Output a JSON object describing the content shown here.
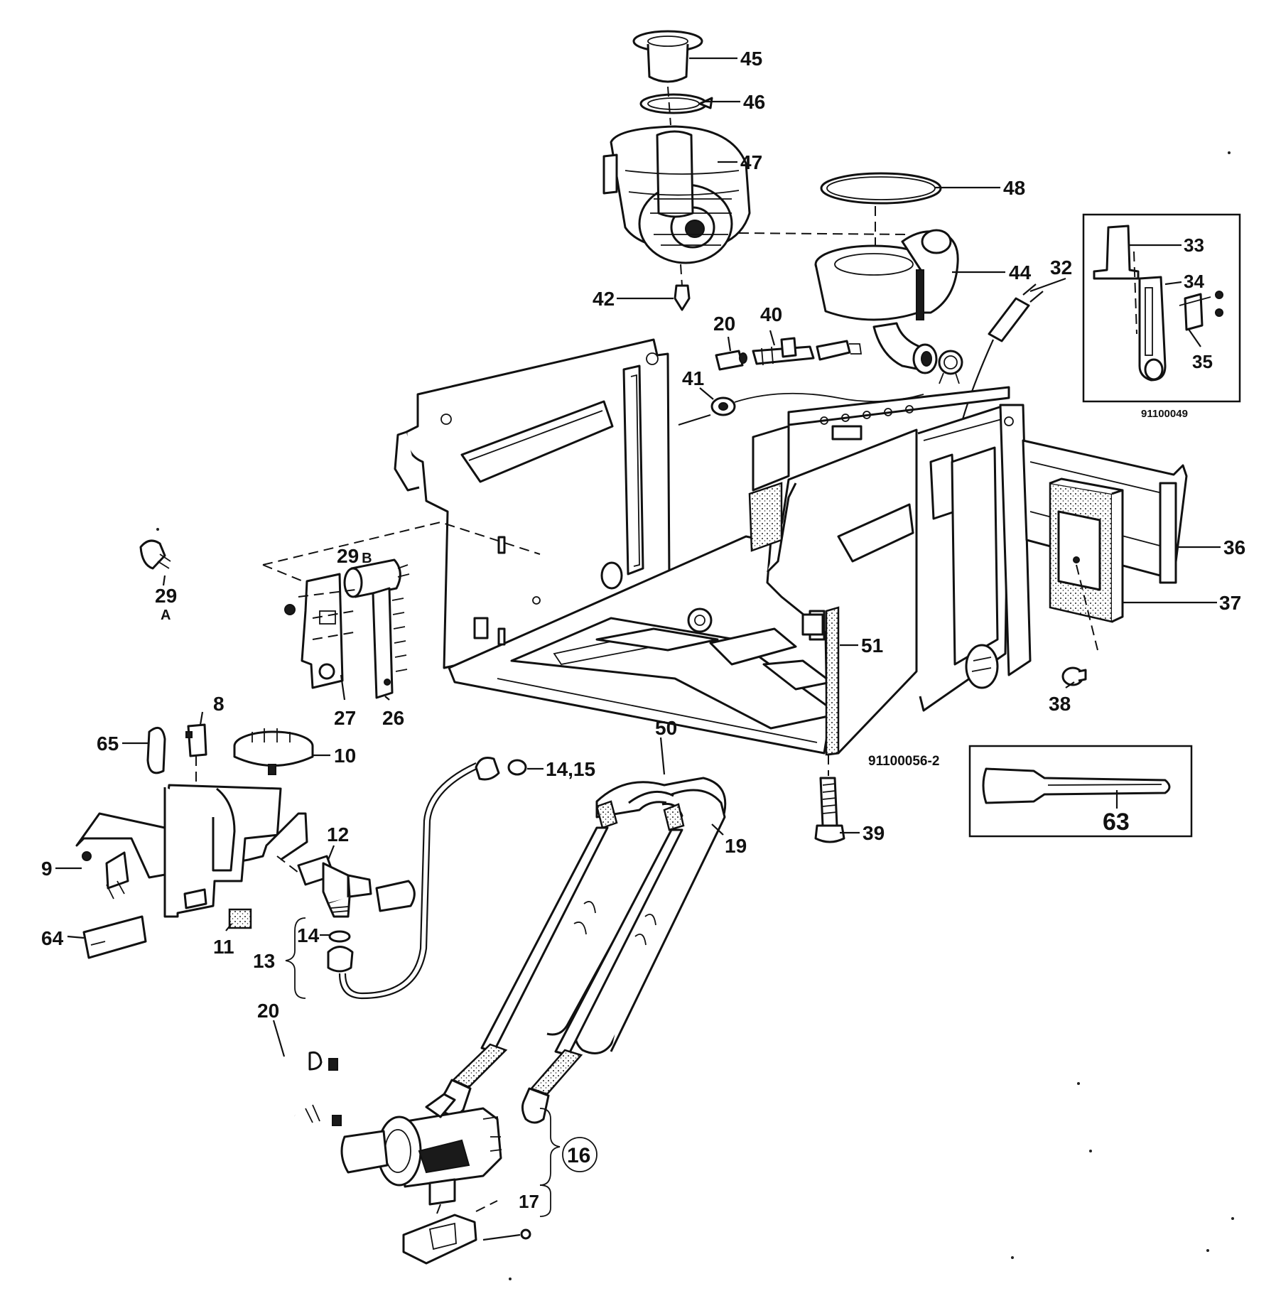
{
  "labels": {
    "p45": "45",
    "p46": "46",
    "p47": "47",
    "p48": "48",
    "p44": "44",
    "p32": "32",
    "p33": "33",
    "p34": "34",
    "p35": "35",
    "p42": "42",
    "p40": "40",
    "p20a": "20",
    "p41": "41",
    "p36": "36",
    "p37": "37",
    "p38": "38",
    "p51": "51",
    "p29b": "29",
    "p29b_suffix": "B",
    "p29a": "29",
    "p29a_suffix": "A",
    "p27": "27",
    "p26": "26",
    "p8": "8",
    "p65": "65",
    "p10": "10",
    "p50": "50",
    "p14_15": "14,15",
    "p19": "19",
    "p39": "39",
    "p12": "12",
    "p9": "9",
    "p64": "64",
    "p11": "11",
    "p14": "14",
    "p13": "13",
    "p20b": "20",
    "p16": "16",
    "p17": "17",
    "p63": "63"
  },
  "codes": {
    "inset_top": "91100049",
    "main": "91100056-2"
  }
}
